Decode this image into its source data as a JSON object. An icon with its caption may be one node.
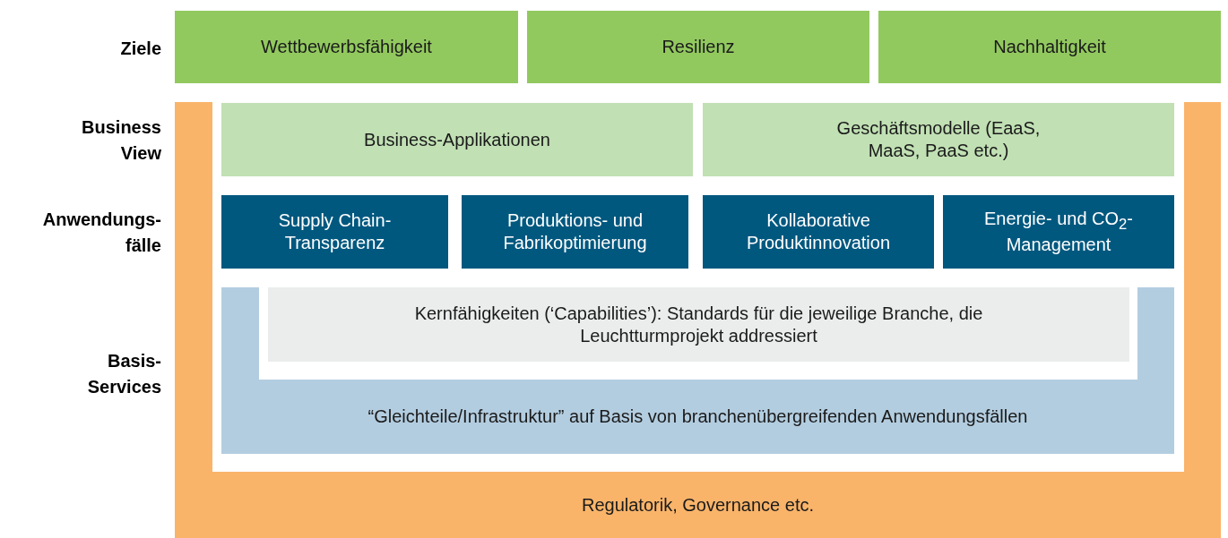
{
  "diagram": {
    "nodes": [
      {
        "text": [
          "Wettbewerbsfähigkeit"
        ]
      },
      {
        "text": [
          "Resilienz"
        ]
      },
      {
        "text": [
          "Nachhaltigkeit"
        ]
      },
      {
        "text": [
          "Regulatorik, Governance etc."
        ]
      },
      {
        "text": [
          "Business-Applikationen"
        ],
        "in": 3
      },
      {
        "text": [
          "Geschäftsmodelle (EaaS, MaaS, PaaS etc.)"
        ],
        "in": 3
      },
      {
        "text": [
          "Supply Chain-Transparenz"
        ],
        "in": 3
      },
      {
        "text": [
          "Produktions- und Fabrikoptimierung"
        ],
        "in": 3
      },
      {
        "text": [
          "Kollaborative Produktinnovation"
        ],
        "in": 3
      },
      {
        "text": [
          "Energie- und CO$_{2}$-Management"
        ],
        "in": 3
      },
      {
        "text": [
          "“Gleichteile/Infrastruktur” auf Basis von branchenübergreifenden Anwendungsfällen"
        ],
        "in": 3
      },
      {
        "text": [
          "Kernfähigkeiten (‘Capabilities’): Standards für die jeweilige Branche, die Leuchtturmprojekt addressiert"
        ],
        "in": 10
      }
    ],
    "labels": [
      "Ziele",
      "Business View",
      "Anwendungs- fälle",
      "Basis- Services"
    ]
  }
}
